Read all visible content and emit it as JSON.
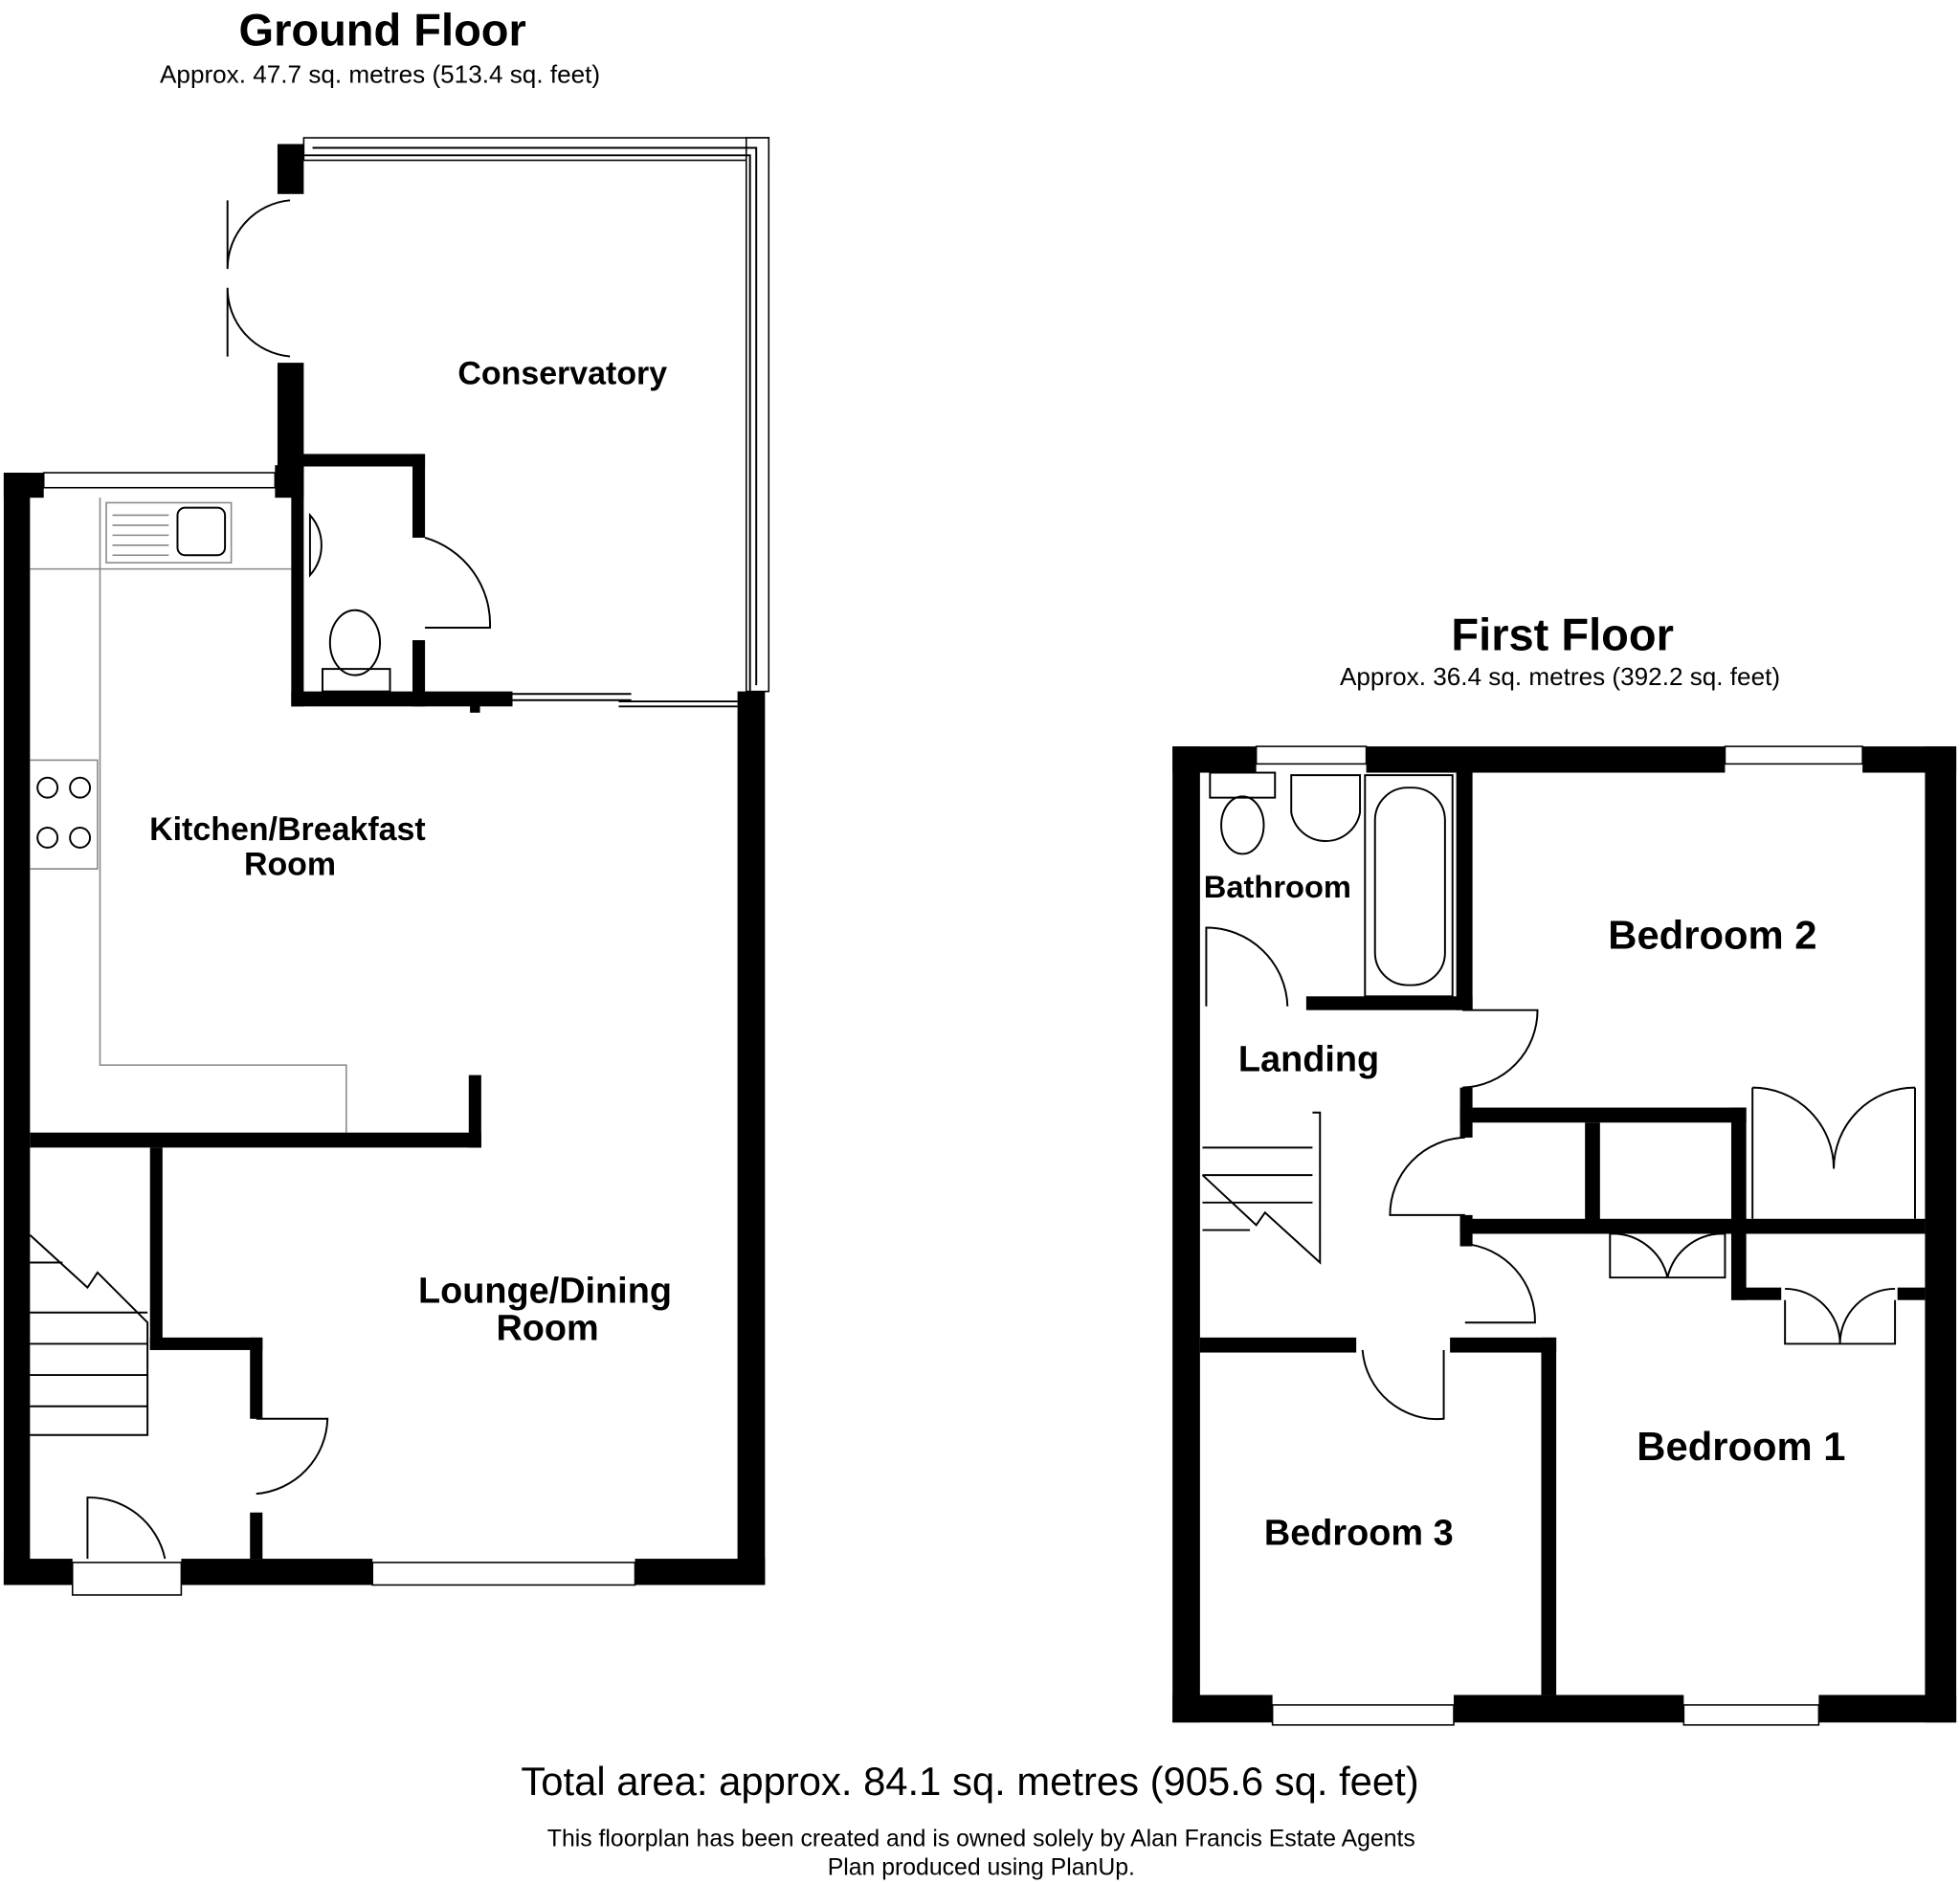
{
  "ground_floor": {
    "title": "Ground Floor",
    "area": "Approx. 47.7 sq. metres (513.4 sq. feet)",
    "rooms": {
      "conservatory": "Conservatory",
      "kitchen_line1": "Kitchen/Breakfast",
      "kitchen_line2": "Room",
      "lounge_line1": "Lounge/Dining",
      "lounge_line2": "Room"
    }
  },
  "first_floor": {
    "title": "First Floor",
    "area": "Approx. 36.4 sq. metres (392.2 sq. feet)",
    "rooms": {
      "bathroom": "Bathroom",
      "landing": "Landing",
      "bedroom1": "Bedroom 1",
      "bedroom2": "Bedroom 2",
      "bedroom3": "Bedroom 3"
    }
  },
  "footer": {
    "total_area": "Total area: approx. 84.1 sq. metres (905.6 sq. feet)",
    "credit_line1": "This floorplan has been created and is owned solely by Alan Francis Estate Agents",
    "credit_line2": "Plan produced using PlanUp."
  }
}
